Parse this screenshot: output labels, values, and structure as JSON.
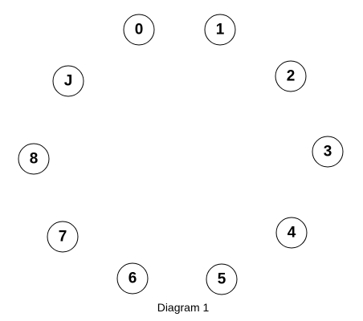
{
  "diagram": {
    "caption": "Diagram 1",
    "nodes": [
      {
        "label": "0"
      },
      {
        "label": "1"
      },
      {
        "label": "2"
      },
      {
        "label": "3"
      },
      {
        "label": "4"
      },
      {
        "label": "5"
      },
      {
        "label": "6"
      },
      {
        "label": "7"
      },
      {
        "label": "8"
      },
      {
        "label": "J"
      }
    ],
    "colors": {
      "stroke": "#000000",
      "fill": "#ffffff",
      "text": "#000000"
    }
  }
}
